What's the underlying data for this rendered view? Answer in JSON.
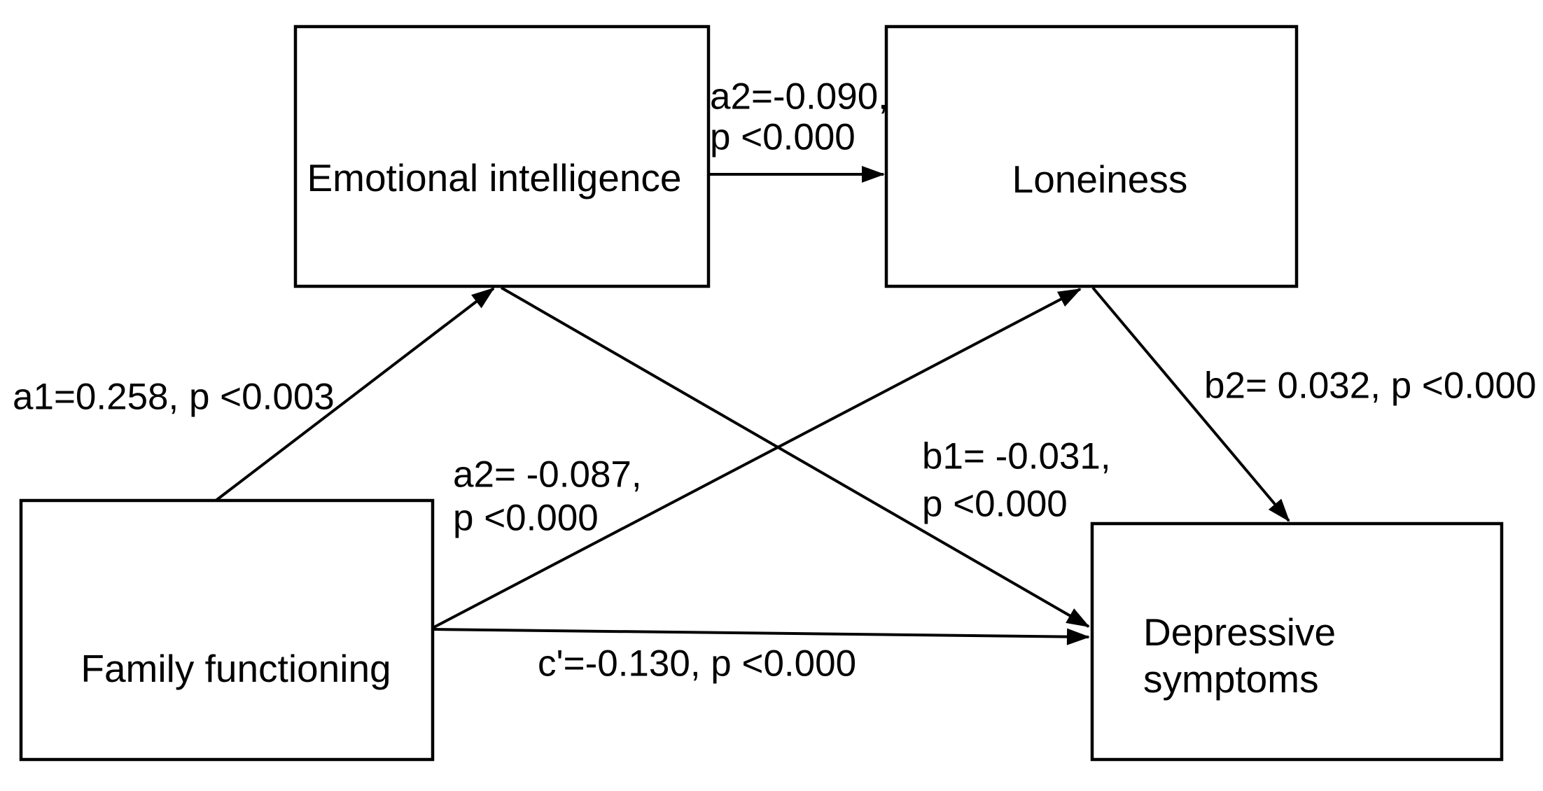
{
  "figure": {
    "background": "#ffffff",
    "line_color": "#000000",
    "text_color": "#000000",
    "type": "mediation-path-diagram"
  },
  "nodes": {
    "emotional_intelligence": {
      "label": "Emotional intelligence"
    },
    "loneliness": {
      "label": "Loneiness"
    },
    "family_functioning": {
      "label": "Family functioning"
    },
    "depressive_symptoms": {
      "label_line1": "Depressive",
      "label_line2": "symptoms"
    }
  },
  "edges": {
    "a1": {
      "from": "Family functioning",
      "to": "Emotional intelligence",
      "label": "a1=0.258, p <0.003"
    },
    "a2_top": {
      "from": "Emotional intelligence",
      "to": "Loneiness",
      "label_line1": "a2=-0.090,",
      "label_line2": "p <0.000"
    },
    "a2_mid": {
      "from": "Family functioning",
      "to": "Loneiness",
      "label_line1": "a2= -0.087,",
      "label_line2": "p <0.000"
    },
    "b1": {
      "from": "Emotional intelligence",
      "to": "Depressive symptoms",
      "label_line1": "b1= -0.031,",
      "label_line2": "p <0.000"
    },
    "b2": {
      "from": "Loneiness",
      "to": "Depressive symptoms",
      "label": "b2= 0.032, p <0.000"
    },
    "c_prime": {
      "from": "Family functioning",
      "to": "Depressive symptoms",
      "label": "c'=-0.130, p <0.000"
    }
  }
}
